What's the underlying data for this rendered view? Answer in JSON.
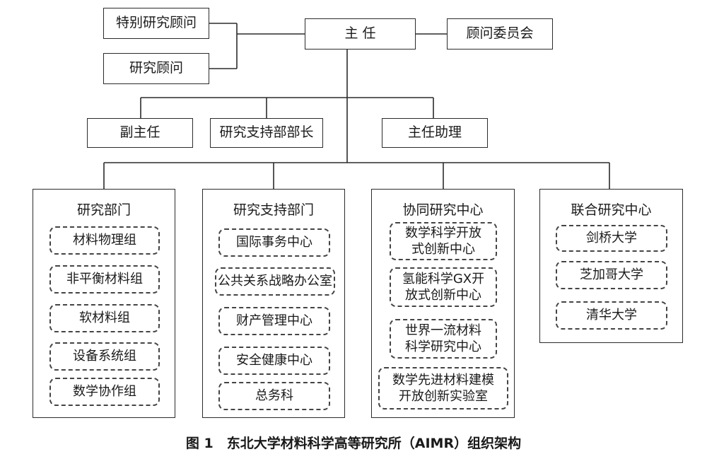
{
  "top": {
    "director": "主 任",
    "special_advisor": "特别研究顾问",
    "research_advisor": "研究顾问",
    "advisory_committee": "顾问委员会"
  },
  "middle": {
    "deputy_director": "副主任",
    "support_head": "研究支持部部长",
    "assistant": "主任助理"
  },
  "panels": [
    {
      "title": "研究部门",
      "items": [
        "材料物理组",
        "非平衡材料组",
        "软材料组",
        "设备系统组",
        "数学协作组"
      ]
    },
    {
      "title": "研究支持部门",
      "items": [
        "国际事务中心",
        "公共关系战略办公室",
        "财产管理中心",
        "安全健康中心",
        "总务科"
      ]
    },
    {
      "title": "协同研究中心",
      "items": [
        "数学科学开放\n式创新中心",
        "氢能科学GX开\n放式创新中心",
        "世界一流材料\n科学研究中心",
        "数学先进材料建模\n开放创新实验室"
      ]
    },
    {
      "title": "联合研究中心",
      "items": [
        "剑桥大学",
        "芝加哥大学",
        "清华大学"
      ]
    }
  ],
  "caption": "图 1　东北大学材料科学高等研究所（AIMR）组织架构"
}
